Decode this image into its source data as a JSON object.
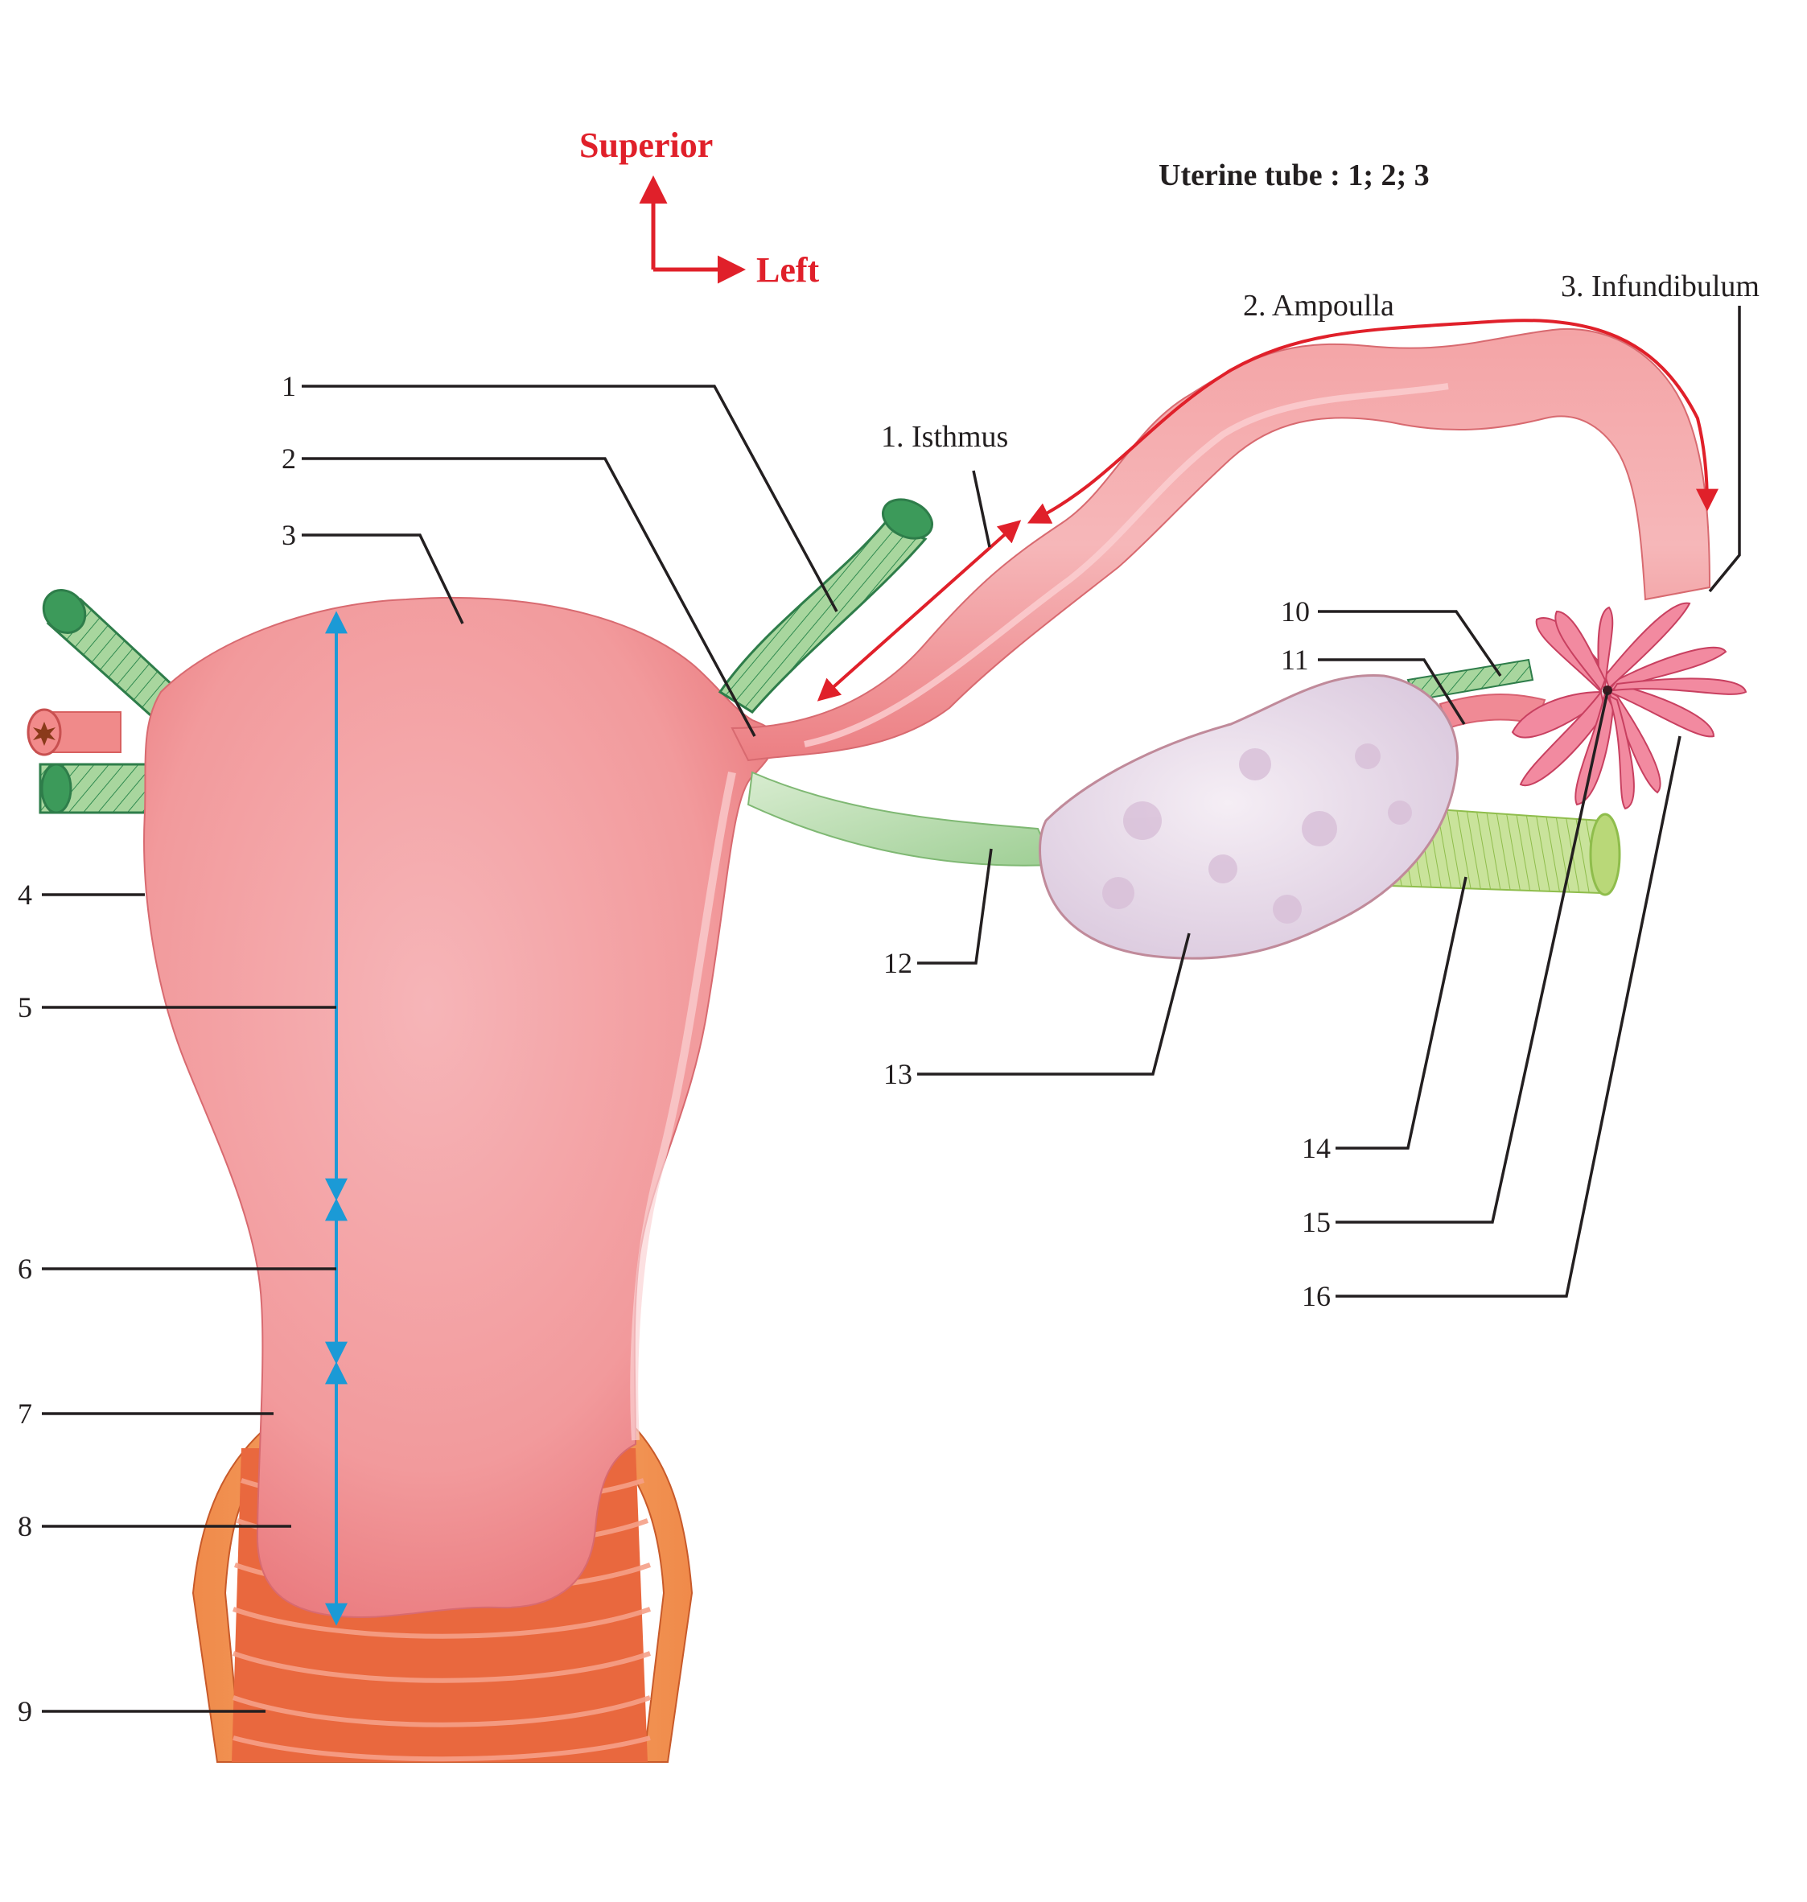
{
  "orientation": {
    "superior_label": "Superior",
    "left_label": "Left",
    "color": "#e0202a"
  },
  "heading": "Uterine tube : 1; 2; 3",
  "tube_parts": {
    "isthmus": "1. Isthmus",
    "ampoulla": "2. Ampoulla",
    "infundibulum": "3. Infundibulum"
  },
  "markers": [
    "1",
    "2",
    "3",
    "4",
    "5",
    "6",
    "7",
    "8",
    "9",
    "10",
    "11",
    "12",
    "13",
    "14",
    "15",
    "16"
  ],
  "colors": {
    "uterus": "#f29a9c",
    "tube": "#f38e90",
    "ligament": "#b9dcb0",
    "ovary": "#ece0ec",
    "vagina_wall": "#e8603a",
    "measure_arrow": "#1b9ad6",
    "tube_arrow": "#e0202a"
  }
}
